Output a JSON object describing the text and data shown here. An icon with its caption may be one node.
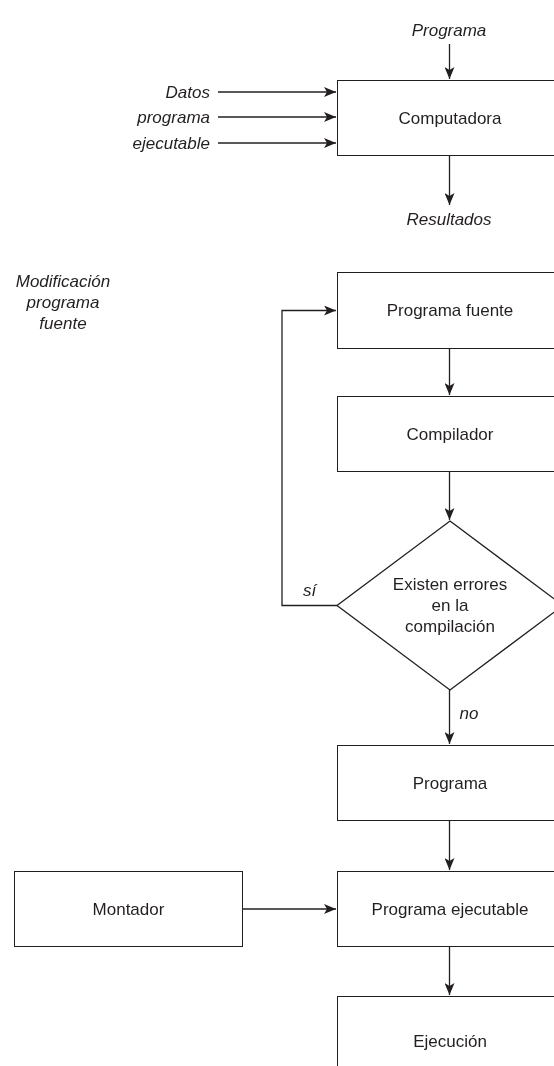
{
  "diagram": {
    "nodes": [
      {
        "text": [
          "Programa"
        ]
      },
      {
        "text": [
          "Datos"
        ]
      },
      {
        "text": [
          "programa"
        ]
      },
      {
        "text": [
          "ejecutable"
        ]
      },
      {
        "text": [
          "Computadora"
        ]
      },
      {
        "text": [
          "Resultados"
        ]
      },
      {
        "text": [
          "Programa fuente"
        ]
      },
      {
        "text": [
          "Compilador"
        ]
      },
      {
        "text": [
          "Existen errores en la compilación"
        ]
      },
      {
        "text": [
          "Programa"
        ]
      },
      {
        "text": [
          "Montador"
        ]
      },
      {
        "text": [
          "Programa ejecutable"
        ]
      },
      {
        "text": [
          "Ejecución"
        ]
      }
    ],
    "edges": [
      {
        "from": 0,
        "to": 4,
        "arrow": "to"
      },
      {
        "from": 1,
        "to": 4,
        "arrow": "to"
      },
      {
        "from": 2,
        "to": 4,
        "arrow": "to"
      },
      {
        "from": 3,
        "to": 4,
        "arrow": "to"
      },
      {
        "from": 4,
        "to": 5,
        "arrow": "to"
      },
      {
        "from": 6,
        "to": 7,
        "arrow": "to"
      },
      {
        "from": 7,
        "to": 8,
        "arrow": "to"
      },
      {
        "from": 8,
        "to": 6,
        "arrow": "to",
        "label": "sí"
      },
      {
        "from": 8,
        "to": 9,
        "arrow": "to",
        "label": "no"
      },
      {
        "from": 9,
        "to": 11,
        "arrow": "to"
      },
      {
        "from": 10,
        "to": 11,
        "arrow": "to"
      },
      {
        "from": 11,
        "to": 12,
        "arrow": "to"
      }
    ],
    "labels": [
      "Modificación programa fuente"
    ]
  }
}
